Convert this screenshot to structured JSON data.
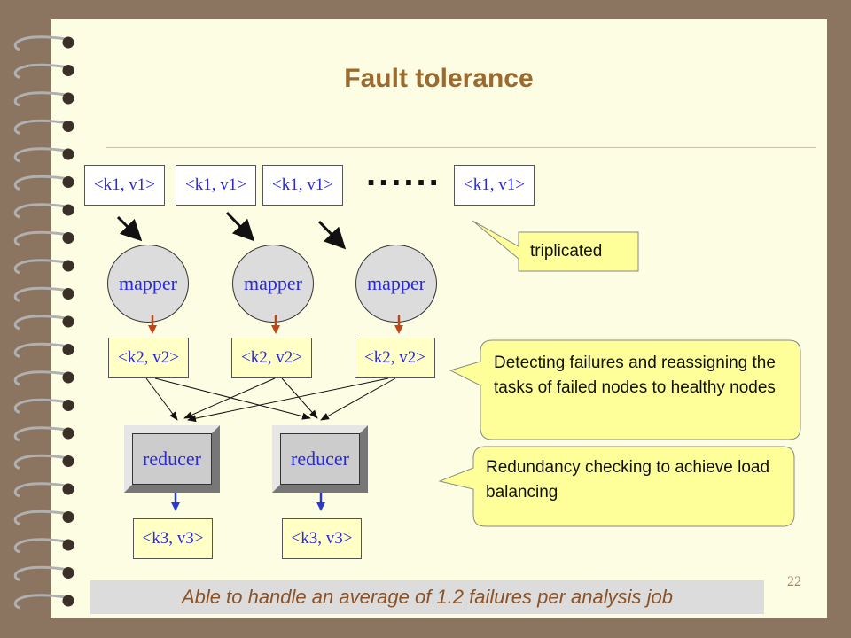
{
  "slide": {
    "title": "Fault tolerance",
    "page_number": "22",
    "footer": "Able to handle an average of 1.2 failures per analysis job"
  },
  "inputs": {
    "pairs": [
      "<k1, v1>",
      "<k1, v1>",
      "<k1, v1>",
      "<k1, v1>"
    ],
    "ellipsis": "......"
  },
  "mappers": {
    "label": "mapper",
    "outputs": [
      "<k2, v2>",
      "<k2, v2>",
      "<k2, v2>"
    ]
  },
  "reducers": {
    "label": "reducer",
    "outputs": [
      "<k3, v3>",
      "<k3, v3>"
    ]
  },
  "callouts": {
    "triplicated": "triplicated",
    "detecting": "Detecting failures and reassigning the tasks of failed nodes to healthy nodes",
    "redundancy": "Redundancy checking to achieve load balancing"
  },
  "colors": {
    "title": "#9c6a2e",
    "node_text": "#2a2adb",
    "mapper_arrow": "#c0451a",
    "reducer_arrow": "#2a3ad0",
    "callout_fill": "#ffff99"
  }
}
